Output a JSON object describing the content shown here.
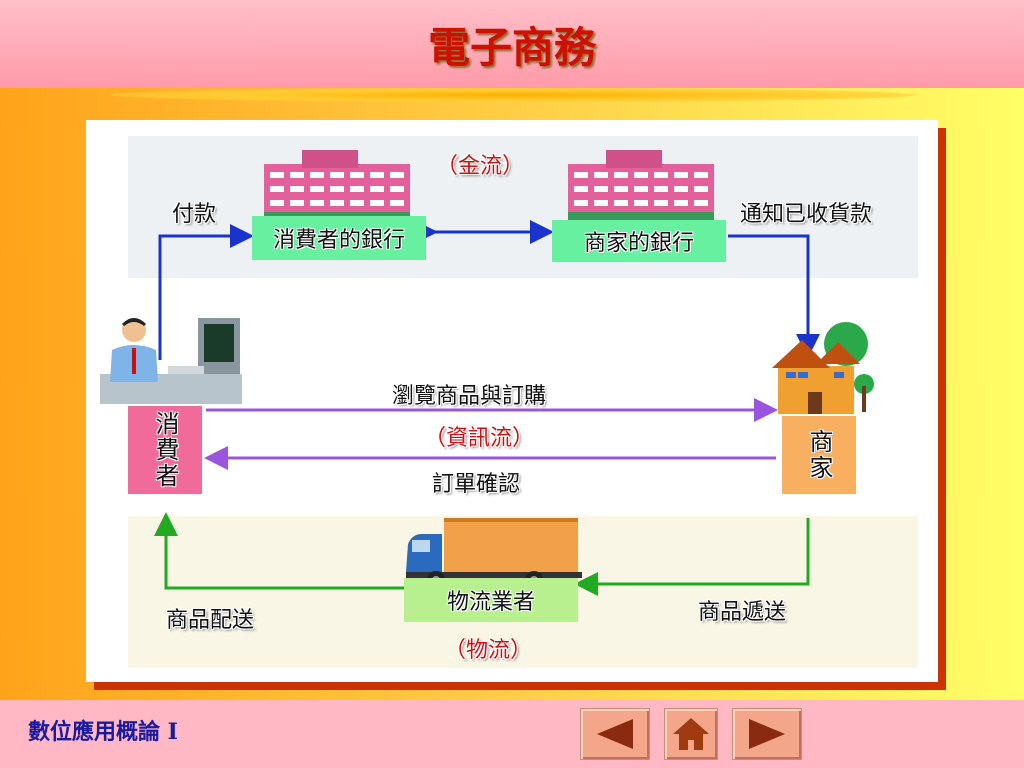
{
  "slide": {
    "title": "電子商務",
    "footer": "數位應用概論 Ⅰ"
  },
  "diagram": {
    "money_flow": "（金流）",
    "info_flow": "（資訊流）",
    "logistics_flow": "（物流）",
    "consumer_bank": "消費者的銀行",
    "merchant_bank": "商家的銀行",
    "payment": "付款",
    "notify_payment": "通知已收貨款",
    "consumer": "消費者",
    "merchant": "商家",
    "browse_order": "瀏覽商品與訂購",
    "order_confirm": "訂單確認",
    "logistics_company": "物流業者",
    "delivery_to_consumer": "商品配送",
    "delivery_from_merchant": "商品遞送"
  },
  "nav": {
    "prev_icon": "triangle-left-icon",
    "home_icon": "house-icon",
    "next_icon": "triangle-right-icon"
  },
  "colors": {
    "title": "#cc1100",
    "footer_text": "#1a1aa0",
    "money_arrow": "#1a33cc",
    "info_arrow": "#9955dd",
    "logistics_arrow": "#22aa22"
  }
}
